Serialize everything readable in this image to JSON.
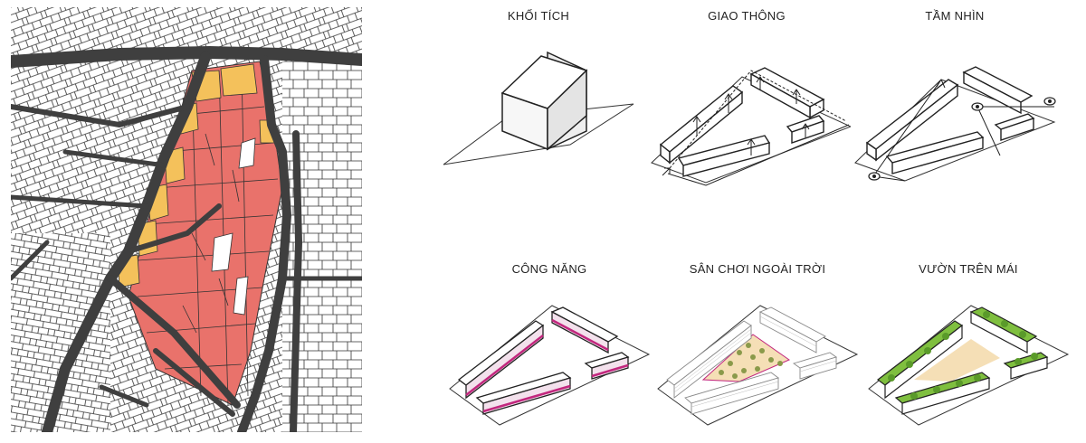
{
  "diagrams": [
    {
      "id": "khoi-tich",
      "title": "KHỐI TÍCH"
    },
    {
      "id": "giao-thong",
      "title": "GIAO THÔNG"
    },
    {
      "id": "tam-nhin",
      "title": "TẦM NHÌN"
    },
    {
      "id": "cong-nang",
      "title": "CÔNG NĂNG"
    },
    {
      "id": "san-choi",
      "title": "SÂN CHƠI NGOÀI TRỜI"
    },
    {
      "id": "vuon-tren-mai",
      "title": "VƯỜN TRÊN MÁI"
    }
  ],
  "colors": {
    "road": "#3f3f3f",
    "building_outline": "#333333",
    "site_red": "#e9726b",
    "site_yellow": "#f4c15b",
    "magenta": "#c2277e",
    "green_roof": "#7fbf3f",
    "courtyard": "#f5dfb6"
  }
}
